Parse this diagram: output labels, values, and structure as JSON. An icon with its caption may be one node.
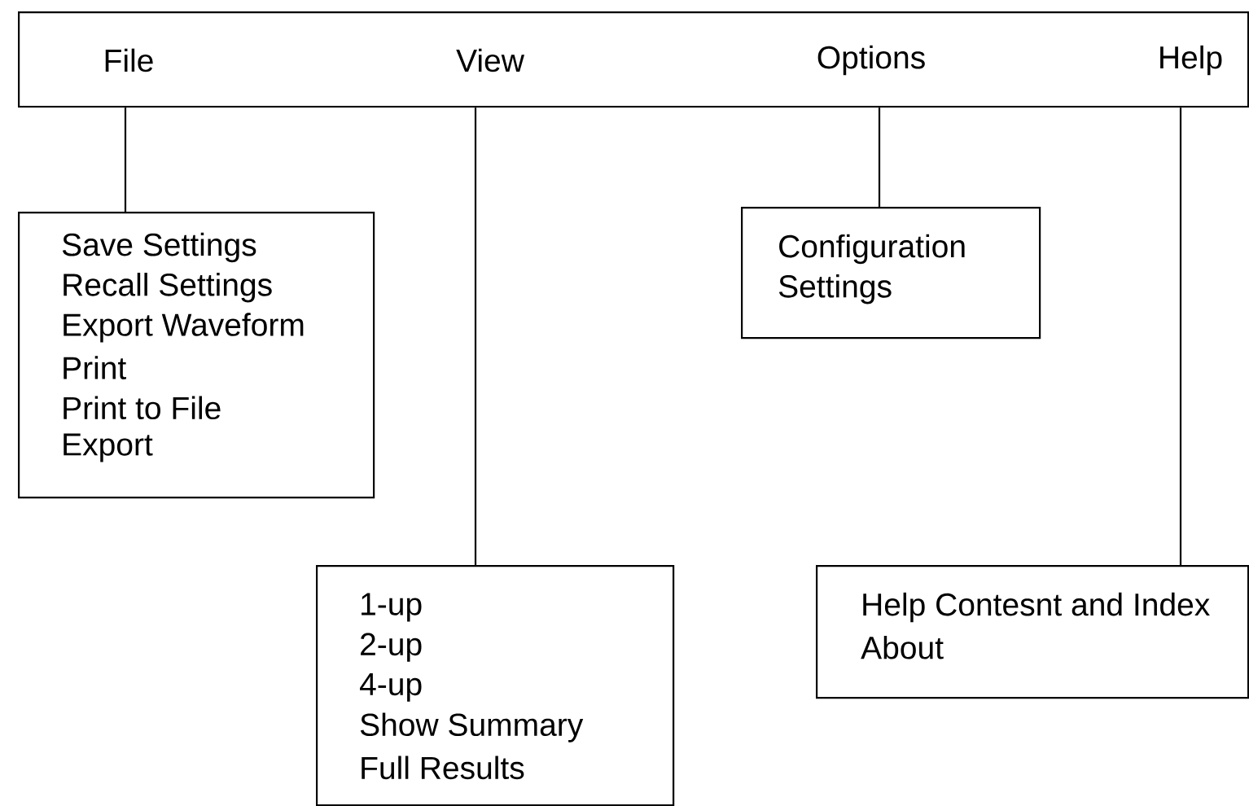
{
  "diagram": {
    "nodes": [
      {
        "text": [
          "File",
          "View",
          "Options",
          "Help"
        ]
      },
      {
        "text": [
          "Save Settings",
          "Recall Settings",
          "Export Waveform",
          "Print",
          "Print to File",
          "Export"
        ]
      },
      {
        "text": [
          "1-up",
          "2-up",
          "4-up",
          "Show Summary",
          "Full Results"
        ]
      },
      {
        "text": [
          "Configuration",
          "Settings"
        ]
      },
      {
        "text": [
          "Help Contesnt and Index",
          "About"
        ]
      }
    ],
    "edges": [
      {
        "from": 0,
        "to": 1,
        "arrow": "none"
      },
      {
        "from": 0,
        "to": 2,
        "arrow": "none"
      },
      {
        "from": 0,
        "to": 3,
        "arrow": "none"
      },
      {
        "from": 0,
        "to": 4,
        "arrow": "none"
      }
    ]
  }
}
